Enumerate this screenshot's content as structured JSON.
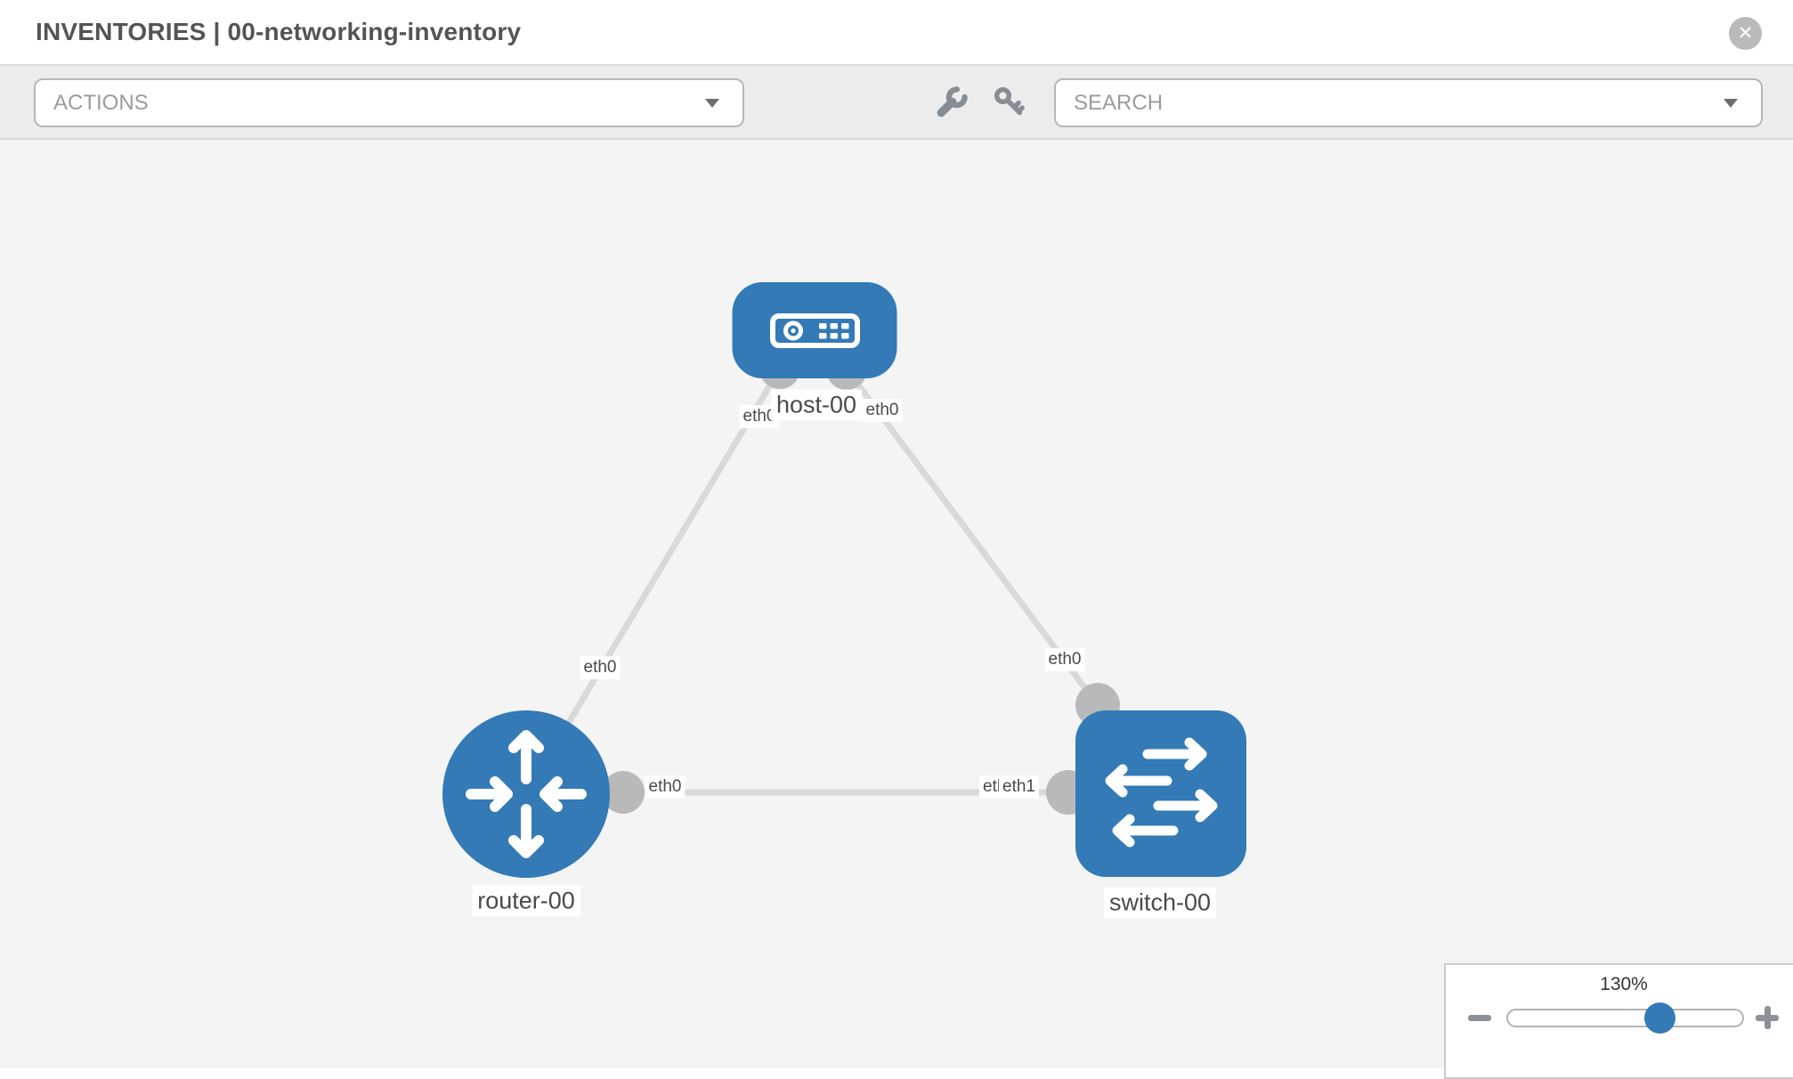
{
  "header": {
    "title": "INVENTORIES | 00-networking-inventory",
    "close_icon": "✕"
  },
  "toolbar": {
    "actions_label": "ACTIONS",
    "search_label": "SEARCH",
    "wrench_icon": "wrench",
    "key_icon": "key"
  },
  "colors": {
    "node_blue": "#337ab7",
    "connector_gray": "#b9b9b9",
    "link_gray": "#d9d9d9",
    "canvas_bg": "#f4f4f4"
  },
  "topology": {
    "nodes": [
      {
        "label": "host-00",
        "type": "host"
      },
      {
        "label": "router-00",
        "type": "router"
      },
      {
        "label": "switch-00",
        "type": "switch"
      }
    ],
    "links": [
      {
        "from": "host-00",
        "from_interface": "eth0",
        "to": "router-00",
        "to_interface": "eth0"
      },
      {
        "from": "host-00",
        "from_interface": "eth0",
        "to": "switch-00",
        "to_interface": "eth0"
      },
      {
        "from": "router-00",
        "from_interface": "eth0",
        "to": "switch-00",
        "to_interface": "eth1"
      }
    ],
    "partially_hidden_label": "eth0"
  },
  "zoom_control": {
    "level_label": "130%",
    "minus_icon": "minus",
    "plus_icon": "plus"
  }
}
